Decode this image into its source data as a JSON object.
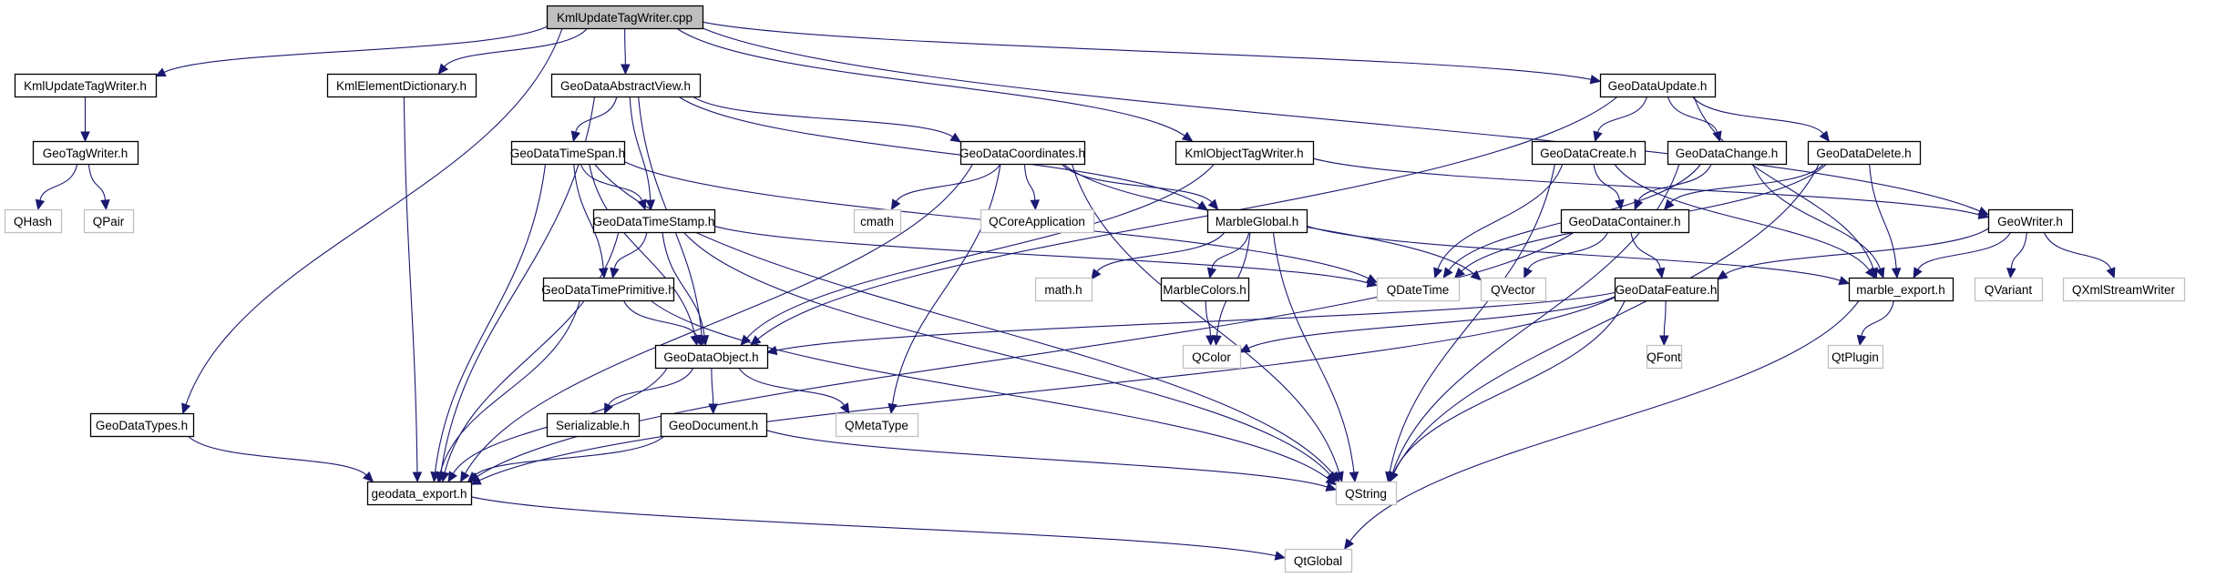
{
  "diagram": {
    "title": "KmlUpdateTagWriter.cpp",
    "type": "include-dependency-graph",
    "colors": {
      "edge": "#191970",
      "root_fill": "#bfbfbf",
      "local_border": "#000000",
      "external_border": "#bfbfbf"
    },
    "nodes": [
      {
        "id": "root",
        "label": "KmlUpdateTagWriter.cpp",
        "kind": "root"
      },
      {
        "id": "kmlupdatetagwriter_h",
        "label": "KmlUpdateTagWriter.h",
        "kind": "local"
      },
      {
        "id": "kmlelementdictionary_h",
        "label": "KmlElementDictionary.h",
        "kind": "local"
      },
      {
        "id": "geodataabstractview_h",
        "label": "GeoDataAbstractView.h",
        "kind": "local"
      },
      {
        "id": "geodataupdate_h",
        "label": "GeoDataUpdate.h",
        "kind": "local"
      },
      {
        "id": "geotagwriter_h",
        "label": "GeoTagWriter.h",
        "kind": "local"
      },
      {
        "id": "geodatatimespan_h",
        "label": "GeoDataTimeSpan.h",
        "kind": "local"
      },
      {
        "id": "geodatacoordinates_h",
        "label": "GeoDataCoordinates.h",
        "kind": "local"
      },
      {
        "id": "kmlobjecttagwriter_h",
        "label": "KmlObjectTagWriter.h",
        "kind": "local"
      },
      {
        "id": "geodatacreate_h",
        "label": "GeoDataCreate.h",
        "kind": "local"
      },
      {
        "id": "geodatachange_h",
        "label": "GeoDataChange.h",
        "kind": "local"
      },
      {
        "id": "geodatadelete_h",
        "label": "GeoDataDelete.h",
        "kind": "local"
      },
      {
        "id": "qhash",
        "label": "QHash",
        "kind": "external"
      },
      {
        "id": "qpair",
        "label": "QPair",
        "kind": "external"
      },
      {
        "id": "geodatatimestamp_h",
        "label": "GeoDataTimeStamp.h",
        "kind": "local"
      },
      {
        "id": "cmath",
        "label": "cmath",
        "kind": "external"
      },
      {
        "id": "qcoreapplication",
        "label": "QCoreApplication",
        "kind": "external"
      },
      {
        "id": "marbleglobal_h",
        "label": "MarbleGlobal.h",
        "kind": "local"
      },
      {
        "id": "geodatacontainer_h",
        "label": "GeoDataContainer.h",
        "kind": "local"
      },
      {
        "id": "geowriter_h",
        "label": "GeoWriter.h",
        "kind": "local"
      },
      {
        "id": "geodatatimeprimitive_h",
        "label": "GeoDataTimePrimitive.h",
        "kind": "local"
      },
      {
        "id": "math_h",
        "label": "math.h",
        "kind": "external"
      },
      {
        "id": "marblecolors_h",
        "label": "MarbleColors.h",
        "kind": "local"
      },
      {
        "id": "qdatetime",
        "label": "QDateTime",
        "kind": "external"
      },
      {
        "id": "qvector",
        "label": "QVector",
        "kind": "external"
      },
      {
        "id": "geodatafeature_h",
        "label": "GeoDataFeature.h",
        "kind": "local"
      },
      {
        "id": "marble_export_h",
        "label": "marble_export.h",
        "kind": "local"
      },
      {
        "id": "qvariant",
        "label": "QVariant",
        "kind": "external"
      },
      {
        "id": "qxmlstreamwriter",
        "label": "QXmlStreamWriter",
        "kind": "external"
      },
      {
        "id": "geodataobject_h",
        "label": "GeoDataObject.h",
        "kind": "local"
      },
      {
        "id": "qcolor",
        "label": "QColor",
        "kind": "external"
      },
      {
        "id": "qfont",
        "label": "QFont",
        "kind": "external"
      },
      {
        "id": "qtplugin",
        "label": "QtPlugin",
        "kind": "external"
      },
      {
        "id": "geodatatypes_h",
        "label": "GeoDataTypes.h",
        "kind": "local"
      },
      {
        "id": "serializable_h",
        "label": "Serializable.h",
        "kind": "local"
      },
      {
        "id": "geodocument_h",
        "label": "GeoDocument.h",
        "kind": "local"
      },
      {
        "id": "qmetatype",
        "label": "QMetaType",
        "kind": "external"
      },
      {
        "id": "geodata_export_h",
        "label": "geodata_export.h",
        "kind": "local"
      },
      {
        "id": "qstring",
        "label": "QString",
        "kind": "external"
      },
      {
        "id": "qtglobal",
        "label": "QtGlobal",
        "kind": "external"
      }
    ],
    "edges": [
      [
        "root",
        "kmlupdatetagwriter_h"
      ],
      [
        "root",
        "kmlelementdictionary_h"
      ],
      [
        "root",
        "geodataabstractview_h"
      ],
      [
        "root",
        "geodataupdate_h"
      ],
      [
        "root",
        "kmlobjecttagwriter_h"
      ],
      [
        "root",
        "geowriter_h"
      ],
      [
        "root",
        "geodatatypes_h"
      ],
      [
        "kmlupdatetagwriter_h",
        "geotagwriter_h"
      ],
      [
        "geotagwriter_h",
        "qhash"
      ],
      [
        "geotagwriter_h",
        "qpair"
      ],
      [
        "kmlelementdictionary_h",
        "geodata_export_h"
      ],
      [
        "geodataabstractview_h",
        "geodatatimespan_h"
      ],
      [
        "geodataabstractview_h",
        "geodatatimestamp_h"
      ],
      [
        "geodataabstractview_h",
        "geodatacoordinates_h"
      ],
      [
        "geodataabstractview_h",
        "marbleglobal_h"
      ],
      [
        "geodataabstractview_h",
        "geodataobject_h"
      ],
      [
        "geodataabstractview_h",
        "geodata_export_h"
      ],
      [
        "geodatatimespan_h",
        "geodatatimestamp_h"
      ],
      [
        "geodatatimespan_h",
        "geodatatimeprimitive_h"
      ],
      [
        "geodatatimespan_h",
        "geodataobject_h"
      ],
      [
        "geodatatimespan_h",
        "geodata_export_h"
      ],
      [
        "geodatatimespan_h",
        "qdatetime"
      ],
      [
        "geodatatimespan_h",
        "qstring"
      ],
      [
        "geodatatimestamp_h",
        "geodatatimeprimitive_h"
      ],
      [
        "geodatatimestamp_h",
        "geodataobject_h"
      ],
      [
        "geodatatimestamp_h",
        "geodata_export_h"
      ],
      [
        "geodatatimestamp_h",
        "qdatetime"
      ],
      [
        "geodatatimestamp_h",
        "qstring"
      ],
      [
        "geodatatimeprimitive_h",
        "geodataobject_h"
      ],
      [
        "geodatatimeprimitive_h",
        "geodata_export_h"
      ],
      [
        "geodatatimeprimitive_h",
        "qstring"
      ],
      [
        "geodatacoordinates_h",
        "cmath"
      ],
      [
        "geodatacoordinates_h",
        "qcoreapplication"
      ],
      [
        "geodatacoordinates_h",
        "marbleglobal_h"
      ],
      [
        "geodatacoordinates_h",
        "qmetatype"
      ],
      [
        "geodatacoordinates_h",
        "qvector"
      ],
      [
        "geodatacoordinates_h",
        "qstring"
      ],
      [
        "geodatacoordinates_h",
        "geodata_export_h"
      ],
      [
        "kmlobjecttagwriter_h",
        "geodataobject_h"
      ],
      [
        "kmlobjecttagwriter_h",
        "geowriter_h"
      ],
      [
        "marbleglobal_h",
        "math_h"
      ],
      [
        "marbleglobal_h",
        "marblecolors_h"
      ],
      [
        "marbleglobal_h",
        "qcolor"
      ],
      [
        "marbleglobal_h",
        "qstring"
      ],
      [
        "marbleglobal_h",
        "marble_export_h"
      ],
      [
        "marblecolors_h",
        "qcolor"
      ],
      [
        "geodataupdate_h",
        "geodatacreate_h"
      ],
      [
        "geodataupdate_h",
        "geodatachange_h"
      ],
      [
        "geodataupdate_h",
        "geodatadelete_h"
      ],
      [
        "geodataupdate_h",
        "geodataobject_h"
      ],
      [
        "geodataupdate_h",
        "marble_export_h"
      ],
      [
        "geodatacreate_h",
        "geodatacontainer_h"
      ],
      [
        "geodatacreate_h",
        "qdatetime"
      ],
      [
        "geodatacreate_h",
        "marble_export_h"
      ],
      [
        "geodatacreate_h",
        "qstring"
      ],
      [
        "geodatachange_h",
        "geodatacontainer_h"
      ],
      [
        "geodatachange_h",
        "qdatetime"
      ],
      [
        "geodatachange_h",
        "marble_export_h"
      ],
      [
        "geodatachange_h",
        "qstring"
      ],
      [
        "geodatadelete_h",
        "geodatacontainer_h"
      ],
      [
        "geodatadelete_h",
        "qdatetime"
      ],
      [
        "geodatadelete_h",
        "marble_export_h"
      ],
      [
        "geodatadelete_h",
        "qstring"
      ],
      [
        "geodatacontainer_h",
        "geodatafeature_h"
      ],
      [
        "geodatacontainer_h",
        "qvector"
      ],
      [
        "geodatacontainer_h",
        "geodata_export_h"
      ],
      [
        "geodatafeature_h",
        "qfont"
      ],
      [
        "geodatafeature_h",
        "qcolor"
      ],
      [
        "geodatafeature_h",
        "geodataobject_h"
      ],
      [
        "geodatafeature_h",
        "qstring"
      ],
      [
        "geodatafeature_h",
        "geodata_export_h"
      ],
      [
        "geowriter_h",
        "geodatafeature_h"
      ],
      [
        "geowriter_h",
        "marble_export_h"
      ],
      [
        "geowriter_h",
        "qvariant"
      ],
      [
        "geowriter_h",
        "qxmlstreamwriter"
      ],
      [
        "marble_export_h",
        "qtplugin"
      ],
      [
        "marble_export_h",
        "qtglobal"
      ],
      [
        "geodataobject_h",
        "serializable_h"
      ],
      [
        "geodataobject_h",
        "geodocument_h"
      ],
      [
        "geodataobject_h",
        "qmetatype"
      ],
      [
        "geodataobject_h",
        "geodata_export_h"
      ],
      [
        "geodocument_h",
        "geodata_export_h"
      ],
      [
        "geodocument_h",
        "qstring"
      ],
      [
        "geodatatypes_h",
        "geodata_export_h"
      ],
      [
        "geodata_export_h",
        "qtglobal"
      ]
    ]
  }
}
